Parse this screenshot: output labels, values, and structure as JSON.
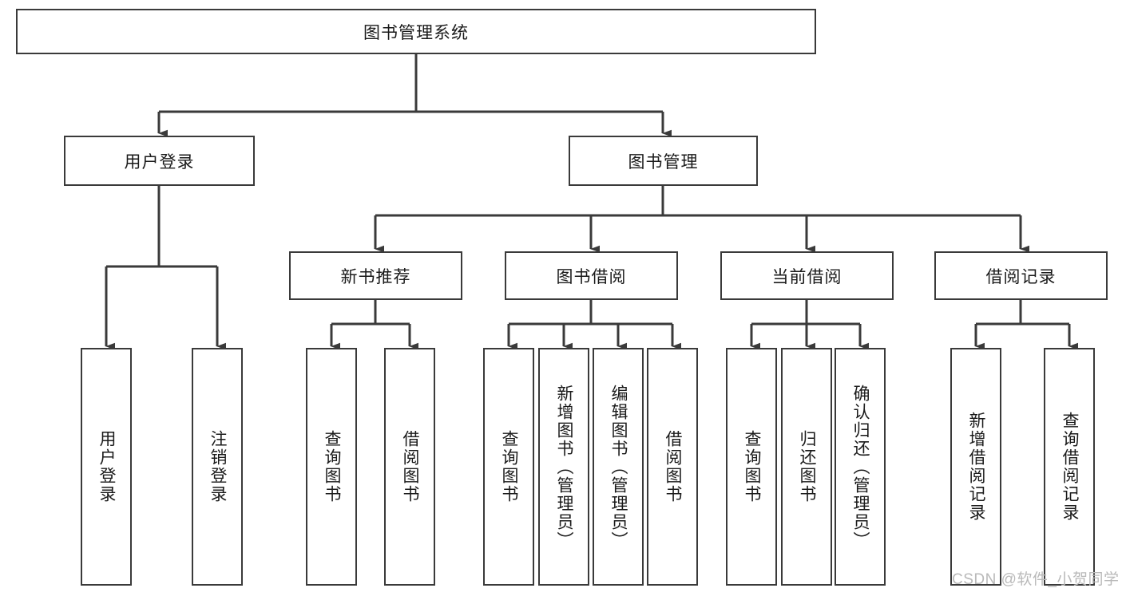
{
  "diagram": {
    "title": "图书管理系统",
    "type": "tree-hierarchy-diagram",
    "colors": {
      "box_border": "#3a3a3a",
      "line": "#3a3a3a",
      "background": "#ffffff",
      "text": "#1a1a1a",
      "watermark": "#b9b9b9"
    },
    "root": {
      "label": "图书管理系统"
    },
    "level2": [
      {
        "label": "用户登录"
      },
      {
        "label": "图书管理"
      }
    ],
    "level3": [
      {
        "label": "新书推荐"
      },
      {
        "label": "图书借阅"
      },
      {
        "label": "当前借阅"
      },
      {
        "label": "借阅记录"
      }
    ],
    "leaves": {
      "user_login": [
        {
          "label": "用户登录"
        },
        {
          "label": "注销登录"
        }
      ],
      "new_book_recommend": [
        {
          "label": "查询图书"
        },
        {
          "label": "借阅图书"
        }
      ],
      "book_borrow": [
        {
          "label": "查询图书"
        },
        {
          "label": "新增图书（管理员）"
        },
        {
          "label": "编辑图书（管理员）"
        },
        {
          "label": "借阅图书"
        }
      ],
      "current_borrow": [
        {
          "label": "查询图书"
        },
        {
          "label": "归还图书"
        },
        {
          "label": "确认归还（管理员）"
        }
      ],
      "borrow_records": [
        {
          "label": "新增借阅记录"
        },
        {
          "label": "查询借阅记录"
        }
      ]
    },
    "watermark": "CSDN @软件_小贺同学"
  }
}
